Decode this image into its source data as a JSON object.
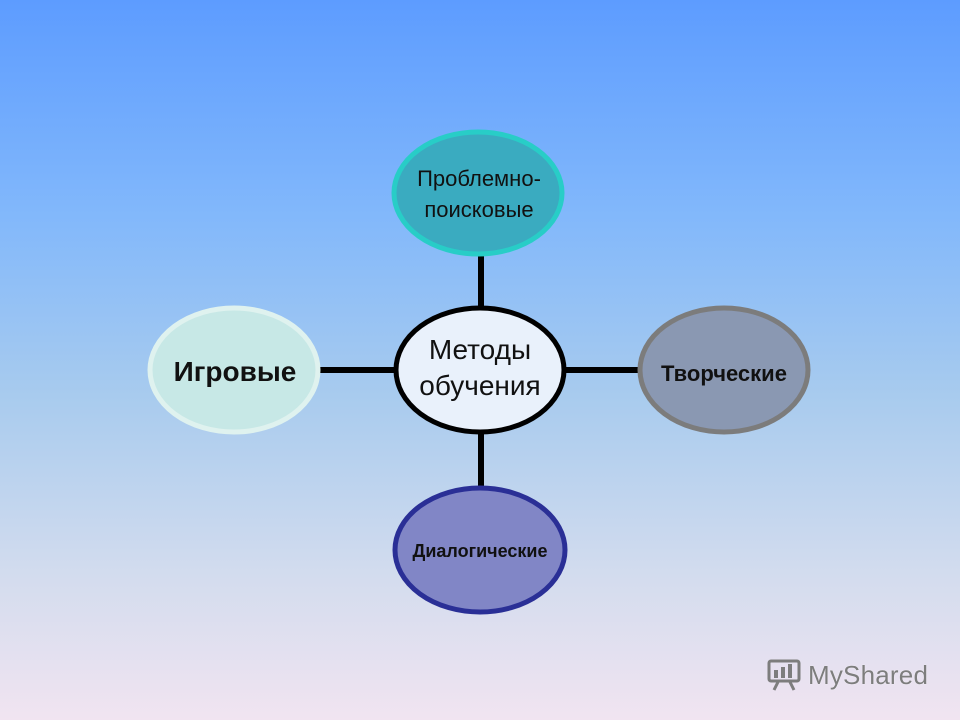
{
  "diagram": {
    "center": {
      "line1": "Методы",
      "line2": "обучения"
    },
    "top": {
      "line1": "Проблемно-",
      "line2": "поисковые"
    },
    "left": {
      "label": "Игровые"
    },
    "right": {
      "label": "Творческие"
    },
    "bottom": {
      "label": "Диалогические"
    }
  },
  "watermark": {
    "text": "MyShared"
  },
  "colors": {
    "top_fill": "#3aabc0",
    "top_stroke": "#28cdc7",
    "left_fill": "#c7e8e6",
    "left_stroke": "#dff2ef",
    "right_fill": "#8a98b2",
    "right_stroke": "#7c7c7c",
    "bottom_fill": "#8186c6",
    "bottom_stroke": "#2a2f96",
    "center_fill": "#e9f1fb",
    "center_stroke": "#000000"
  }
}
